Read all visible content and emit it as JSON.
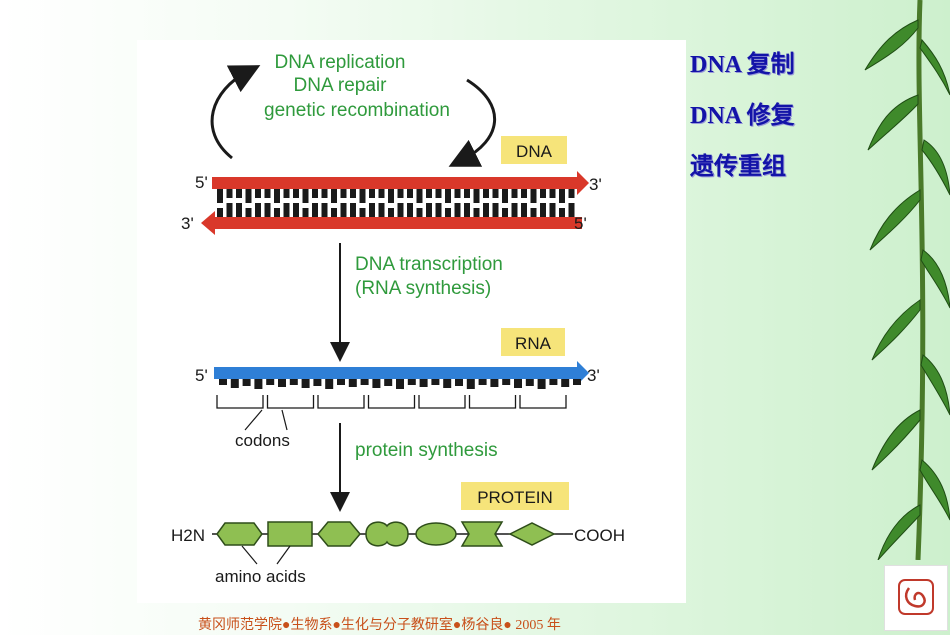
{
  "diagram": {
    "replication_lines": [
      "DNA replication",
      "DNA repair",
      "genetic recombination"
    ],
    "dna_tag": "DNA",
    "dna_top_left": "5'",
    "dna_top_right": "3'",
    "dna_bottom_left": "3'",
    "dna_bottom_right": "5'",
    "transcription_lines": [
      "DNA transcription",
      "(RNA synthesis)"
    ],
    "rna_tag": "RNA",
    "rna_left": "5'",
    "rna_right": "3'",
    "codons_label": "codons",
    "protein_synthesis_label": "protein synthesis",
    "protein_tag": "PROTEIN",
    "n_terminus": "H2N",
    "c_terminus": "COOH",
    "amino_acids_label": "amino acids"
  },
  "side_labels": [
    "DNA 复制",
    "DNA 修复",
    "遗传重组"
  ],
  "footer": "黄冈师范学院●生物系●生化与分子教研室●杨谷良●   2005 年",
  "colors": {
    "dna_strand": "#d9382a",
    "rna_strand": "#2f7fd6",
    "label_green": "#2f9a3c",
    "tag_bg": "#f6e47a",
    "amino_acid": "#8fbf52",
    "side_label": "#1313a8",
    "footer": "#c8501a"
  },
  "icons": [
    "bamboo-decoration",
    "school-logo"
  ]
}
